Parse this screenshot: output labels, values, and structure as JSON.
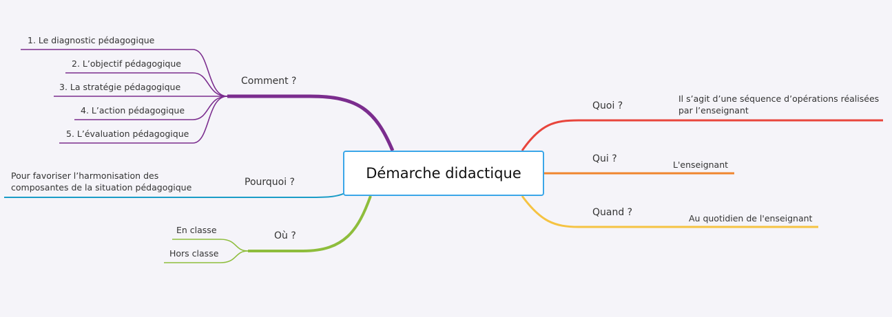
{
  "central": {
    "title": "Démarche didactique"
  },
  "branches": {
    "comment": {
      "label": "Comment ?",
      "color": "#7b2d8e",
      "items": [
        "1. Le diagnostic pédagogique",
        "2. L’objectif pédagogique",
        "3.  La stratégie pédagogique",
        "4. L’action pédagogique",
        "5. L’évaluation pédagogique"
      ]
    },
    "pourquoi": {
      "label": "Pourquoi ?",
      "color": "#1a9cc7",
      "items": [
        "Pour favoriser l’harmonisation des",
        "composantes de la situation pédagogique"
      ]
    },
    "ou": {
      "label": "Où ?",
      "color": "#8ebd3c",
      "items": [
        "En classe",
        "Hors classe"
      ]
    },
    "quoi": {
      "label": "Quoi ?",
      "color": "#e8453c",
      "items": [
        "Il s’agit d’une séquence d’opérations réalisées",
        "par l’enseignant"
      ]
    },
    "qui": {
      "label": "Qui ?",
      "color": "#f0862e",
      "items": [
        "L'enseignant"
      ]
    },
    "quand": {
      "label": "Quand ?",
      "color": "#f5c342",
      "items": [
        "Au quotidien de l'enseignant"
      ]
    }
  }
}
